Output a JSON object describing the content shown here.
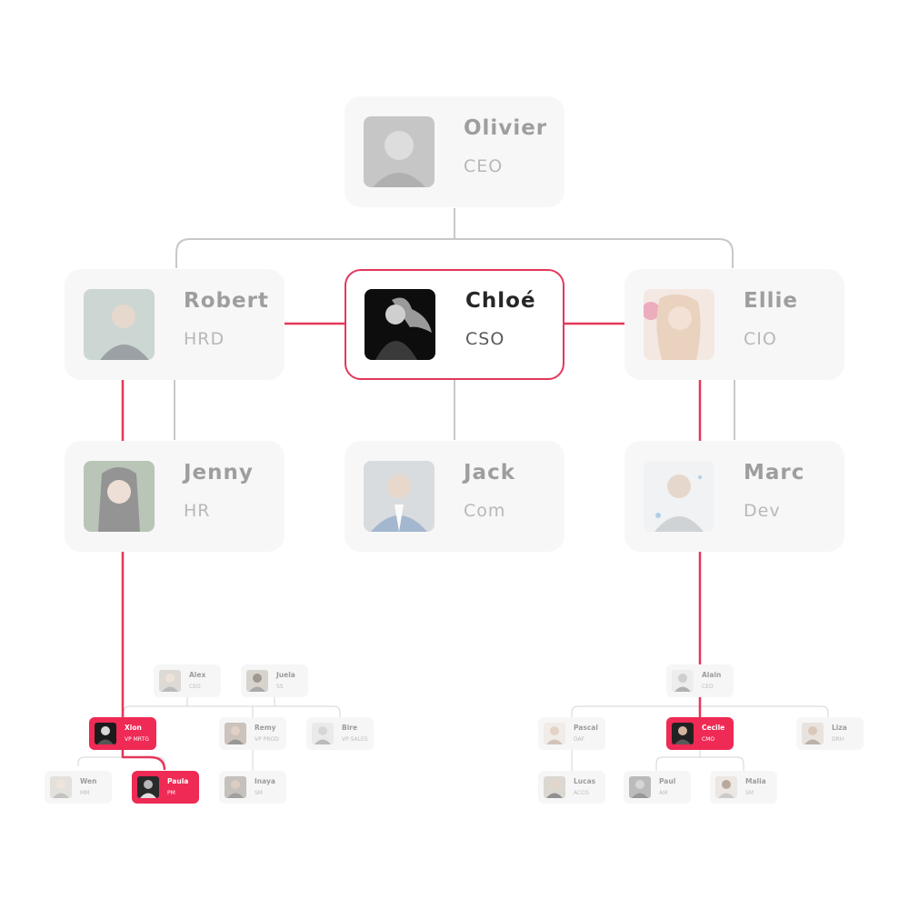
{
  "colors": {
    "accent": "#e5375a",
    "highlight_fill": "#ee2a55",
    "card_bg": "#f7f7f7",
    "connector": "#c8c8c8"
  },
  "main_chart": {
    "ceo": {
      "name": "Olivier",
      "role": "CEO",
      "photo": "person-photo-olivier"
    },
    "row2": [
      {
        "name": "Robert",
        "role": "HRD",
        "photo": "person-photo-robert"
      },
      {
        "name": "Chloé",
        "role": "CSO",
        "photo": "person-photo-chloe",
        "selected": true
      },
      {
        "name": "Ellie",
        "role": "CIO",
        "photo": "person-photo-ellie"
      }
    ],
    "row3": [
      {
        "name": "Jenny",
        "role": "HR",
        "photo": "person-photo-jenny"
      },
      {
        "name": "Jack",
        "role": "Com",
        "photo": "person-photo-jack"
      },
      {
        "name": "Marc",
        "role": "Dev",
        "photo": "person-photo-marc"
      }
    ]
  },
  "left_chart": {
    "nodes": [
      {
        "name": "Alex",
        "role": "CEO"
      },
      {
        "name": "Juela",
        "role": "SS"
      },
      {
        "name": "Xion",
        "role": "VP MRTG",
        "highlighted": true
      },
      {
        "name": "Remy",
        "role": "VP PROD"
      },
      {
        "name": "Bire",
        "role": "VP SALES"
      },
      {
        "name": "Wen",
        "role": "MM"
      },
      {
        "name": "Paula",
        "role": "PM",
        "highlighted": true
      },
      {
        "name": "Inaya",
        "role": "SM"
      }
    ]
  },
  "right_chart": {
    "nodes": [
      {
        "name": "Alain",
        "role": "CEO"
      },
      {
        "name": "Pascal",
        "role": "DAF"
      },
      {
        "name": "Cecile",
        "role": "CMO",
        "highlighted": true
      },
      {
        "name": "Liza",
        "role": "DRH"
      },
      {
        "name": "Lucas",
        "role": "ACCG"
      },
      {
        "name": "Paul",
        "role": "AM"
      },
      {
        "name": "Malia",
        "role": "SM"
      }
    ]
  }
}
